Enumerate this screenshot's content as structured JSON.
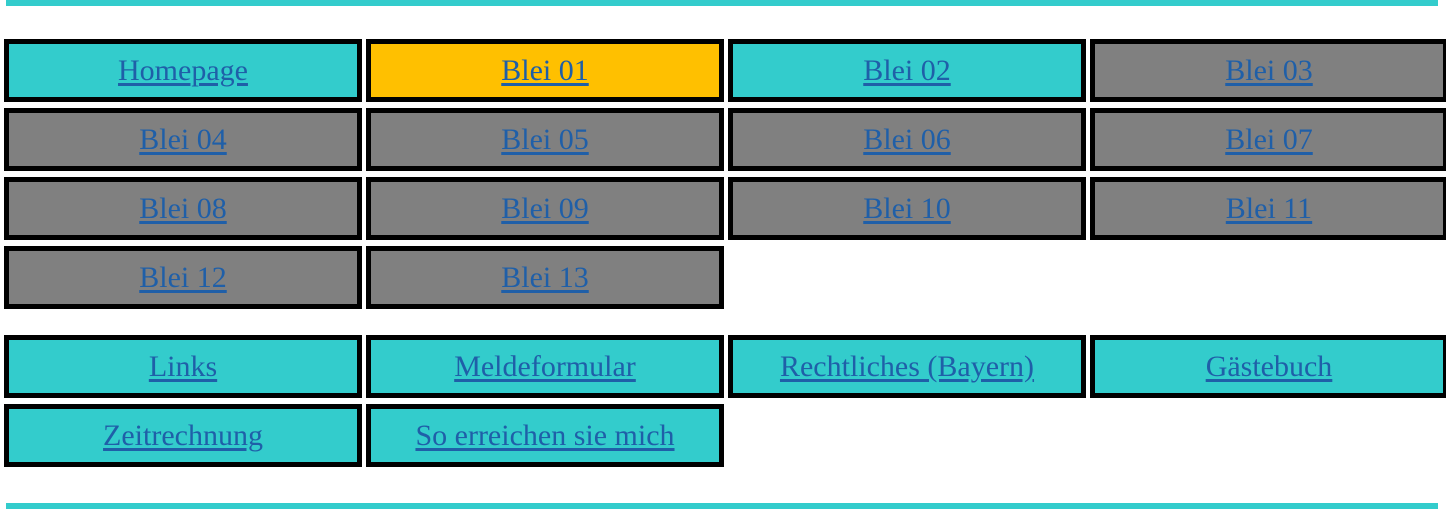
{
  "colors": {
    "cyan": "#33cccc",
    "gray": "#808080",
    "gold": "#ffc000",
    "link": "#1f5fa8",
    "border": "#000000"
  },
  "main_nav": [
    {
      "label": "Homepage",
      "style": "cyan"
    },
    {
      "label": "Blei 01",
      "style": "gold",
      "active": true
    },
    {
      "label": "Blei 02",
      "style": "cyan"
    },
    {
      "label": "Blei 03",
      "style": "gray"
    },
    {
      "label": "Blei 04",
      "style": "gray"
    },
    {
      "label": "Blei 05",
      "style": "gray"
    },
    {
      "label": "Blei 06",
      "style": "gray"
    },
    {
      "label": "Blei 07",
      "style": "gray"
    },
    {
      "label": "Blei 08",
      "style": "gray"
    },
    {
      "label": "Blei 09",
      "style": "gray"
    },
    {
      "label": "Blei 10",
      "style": "gray"
    },
    {
      "label": "Blei 11",
      "style": "gray"
    },
    {
      "label": "Blei 12",
      "style": "gray"
    },
    {
      "label": "Blei 13",
      "style": "gray"
    }
  ],
  "extra_nav": [
    {
      "label": "Links",
      "style": "cyan"
    },
    {
      "label": "Meldeformular",
      "style": "cyan"
    },
    {
      "label": "Rechtliches (Bayern)",
      "style": "cyan"
    },
    {
      "label": "Gästebuch",
      "style": "cyan"
    },
    {
      "label": "Zeitrechnung",
      "style": "cyan"
    },
    {
      "label": "So erreichen sie mich",
      "style": "cyan"
    }
  ]
}
